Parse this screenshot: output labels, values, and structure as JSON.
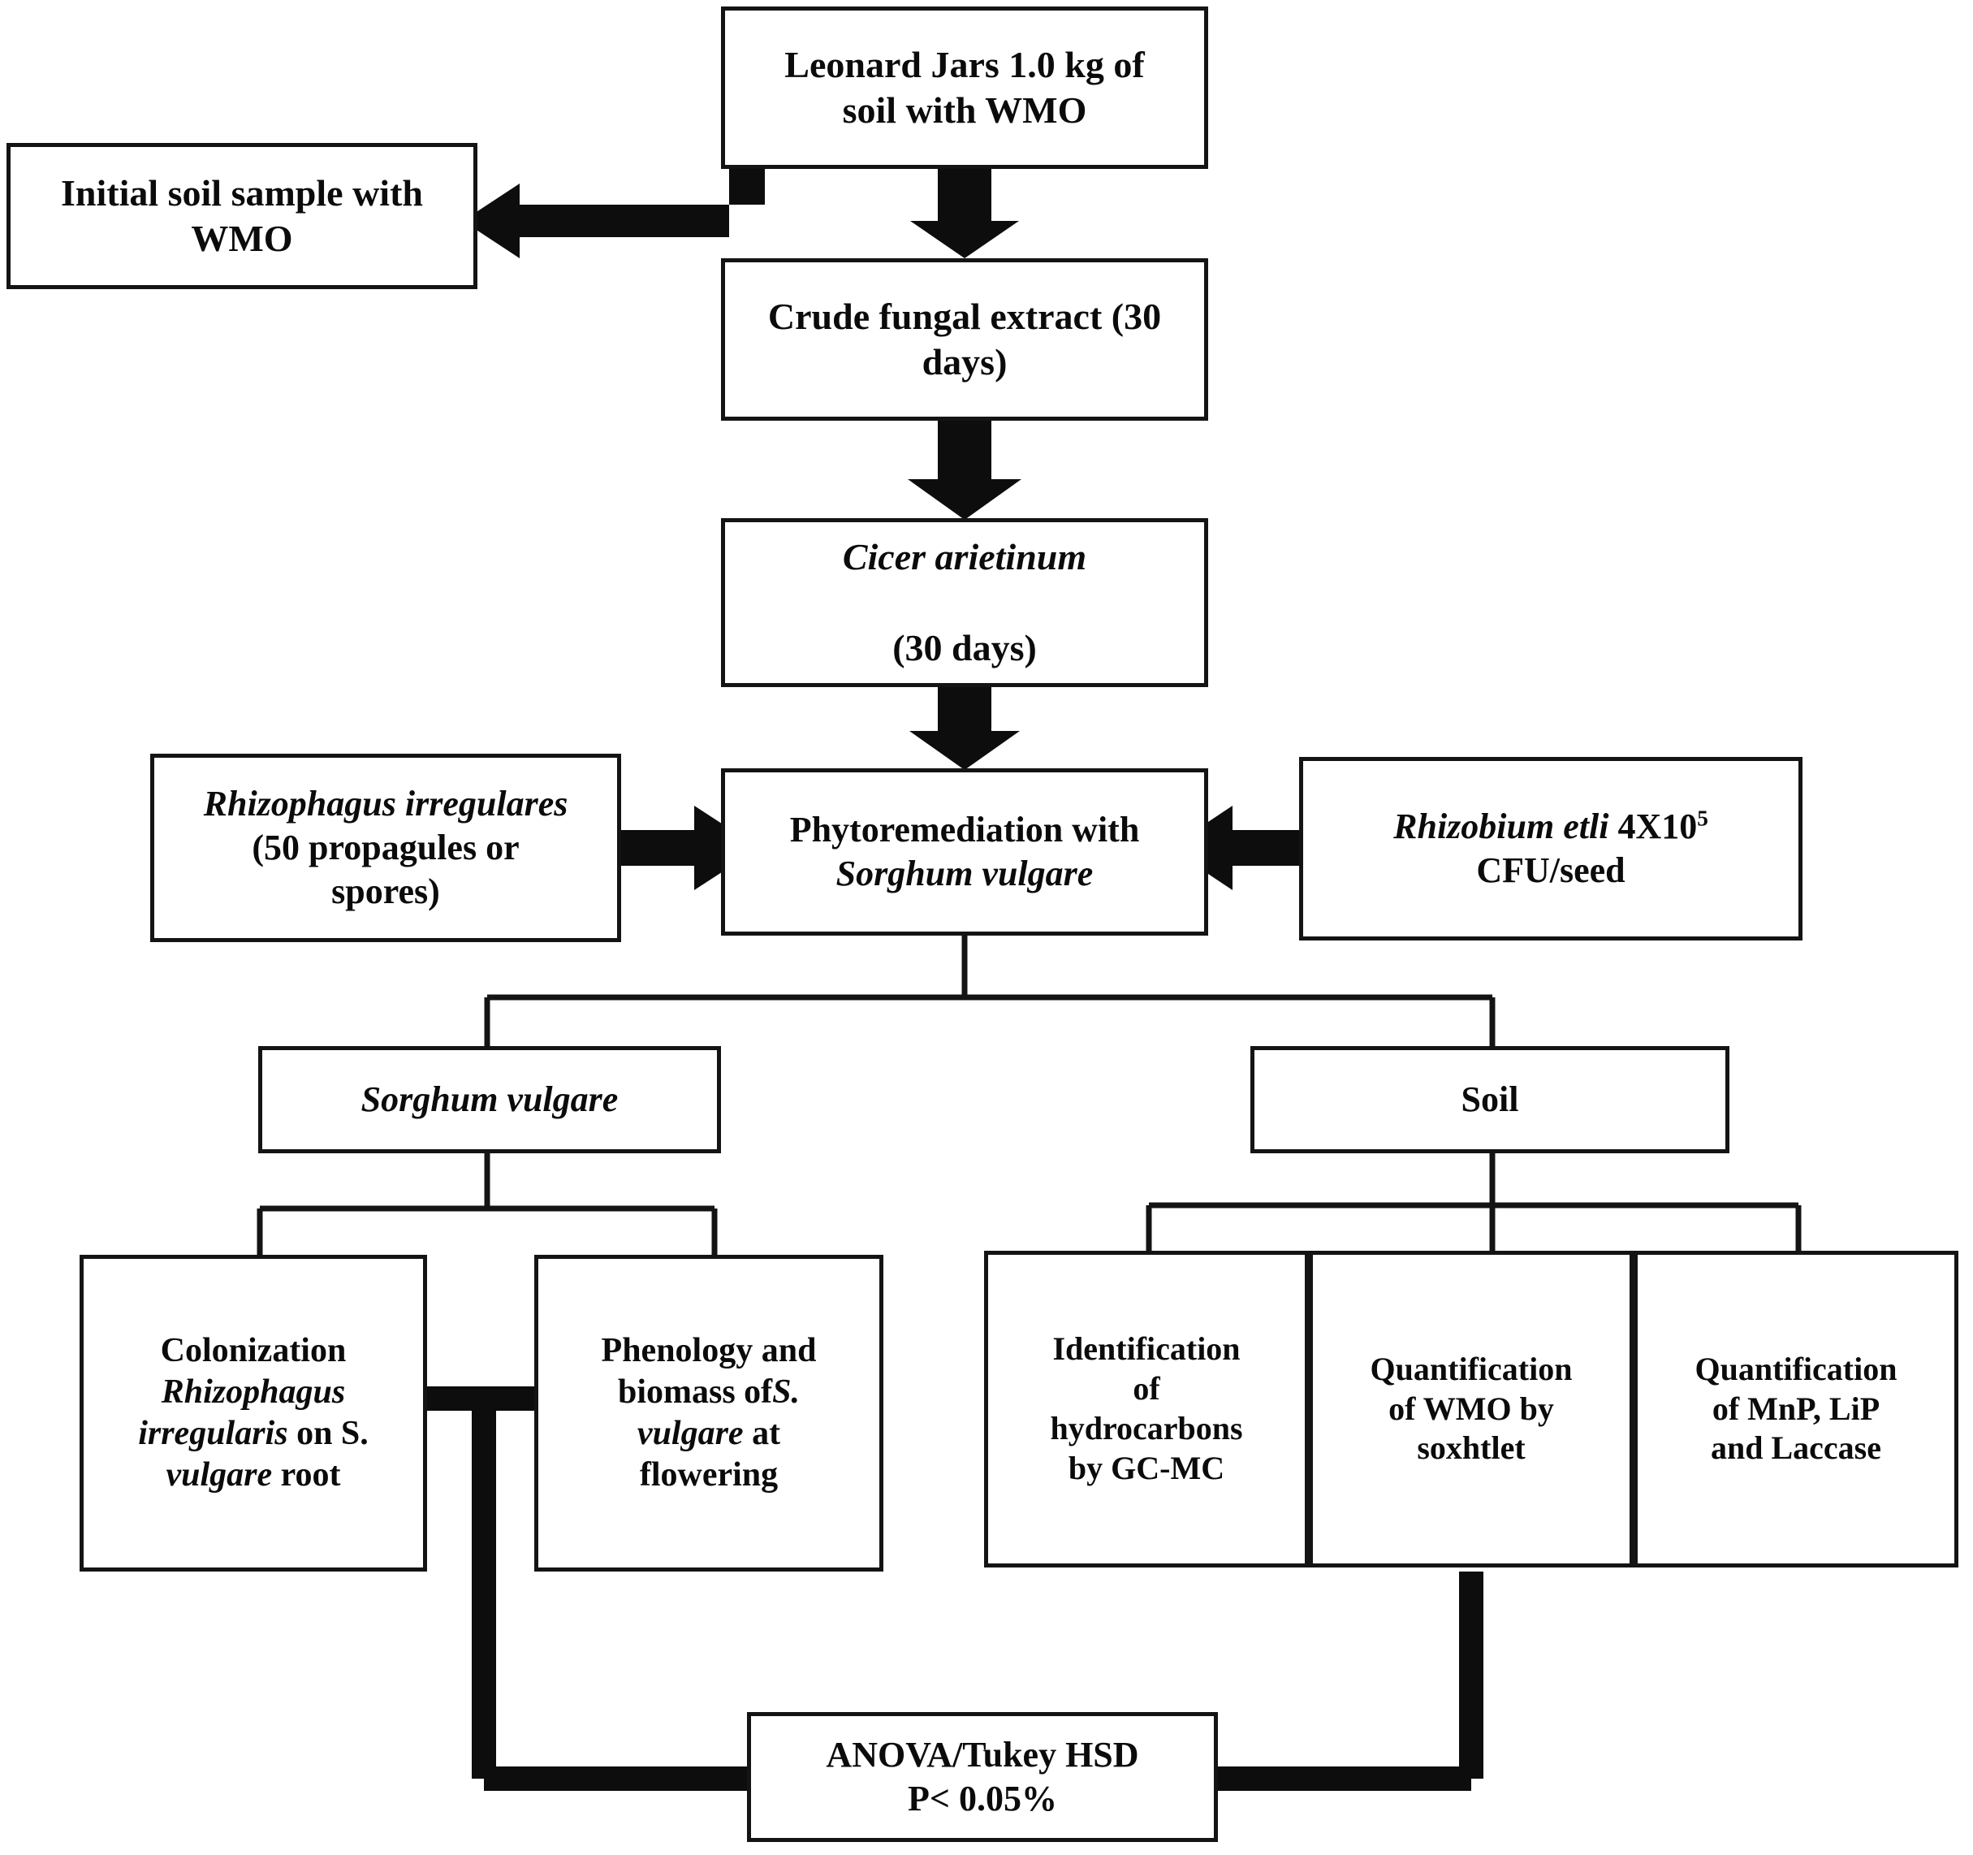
{
  "diagram": {
    "title": "Experimental workflow flowchart",
    "line_color": "#141414",
    "box_fill": "#ffffff",
    "nodes": {
      "leonard_jars": {
        "line1": "Leonard Jars 1.0 kg of",
        "line2": "soil with WMO"
      },
      "initial_soil": {
        "line1": "Initial soil sample with",
        "line2": "WMO"
      },
      "crude_extract": {
        "line1": "Crude fungal extract (30",
        "line2": "days)"
      },
      "cicer": {
        "line1": "Cicer arietinum",
        "line2": "(30  days)"
      },
      "rhizophagus": {
        "line1": "Rhizophagus irregulares",
        "line2": "(50 propagules or",
        "line3": "spores)"
      },
      "phytoremediation": {
        "line1": "Phytoremediation with",
        "line2": "Sorghum vulgare"
      },
      "rhizobium": {
        "line1_a": "Rhizobium etli",
        "line1_b": " 4X10",
        "line1_sup": "5",
        "line2": "CFU/seed"
      },
      "sorghum": {
        "line1": "Sorghum vulgare"
      },
      "soil": {
        "line1": "Soil"
      },
      "colonization": {
        "line1": "Colonization",
        "line2": "Rhizophagus",
        "line3_a": "irregularis",
        "line3_b": " on S.",
        "line4_a": "vulgare",
        "line4_b": " root"
      },
      "phenology": {
        "line1": "Phenology and",
        "line2_a": "biomass of",
        "line2_b": "S.",
        "line3_a": "vulgare",
        "line3_b": " at",
        "line4": "flowering"
      },
      "identification": {
        "line1": "Identification",
        "line2": "of",
        "line3": "hydrocarbons",
        "line4": "by GC-MC"
      },
      "quant_wmo": {
        "line1": "Quantification",
        "line2": "of WMO by",
        "line3": "soxhtlet"
      },
      "quant_enzymes": {
        "line1": "Quantification",
        "line2": "of MnP, LiP",
        "line3": "and Laccase"
      },
      "anova": {
        "line1": "ANOVA/Tukey HSD",
        "line2": "P< 0.05%"
      }
    },
    "connectors": [
      {
        "name": "leonard-to-initial",
        "style": "block-arrow-left"
      },
      {
        "name": "leonard-to-crude",
        "style": "block-arrow-down"
      },
      {
        "name": "crude-to-cicer",
        "style": "block-arrow-down"
      },
      {
        "name": "cicer-to-phyto",
        "style": "block-arrow-down"
      },
      {
        "name": "rhizophagus-to-phyto",
        "style": "block-arrow-right"
      },
      {
        "name": "rhizobium-to-phyto",
        "style": "block-arrow-left"
      },
      {
        "name": "phyto-split-sorghum-soil",
        "style": "thin-bracket"
      },
      {
        "name": "sorghum-split-children",
        "style": "thin-bracket"
      },
      {
        "name": "soil-split-children",
        "style": "thin-bracket"
      },
      {
        "name": "plant-branch-to-anova",
        "style": "thick-elbow"
      },
      {
        "name": "soil-branch-to-anova",
        "style": "thick-elbow"
      }
    ]
  }
}
